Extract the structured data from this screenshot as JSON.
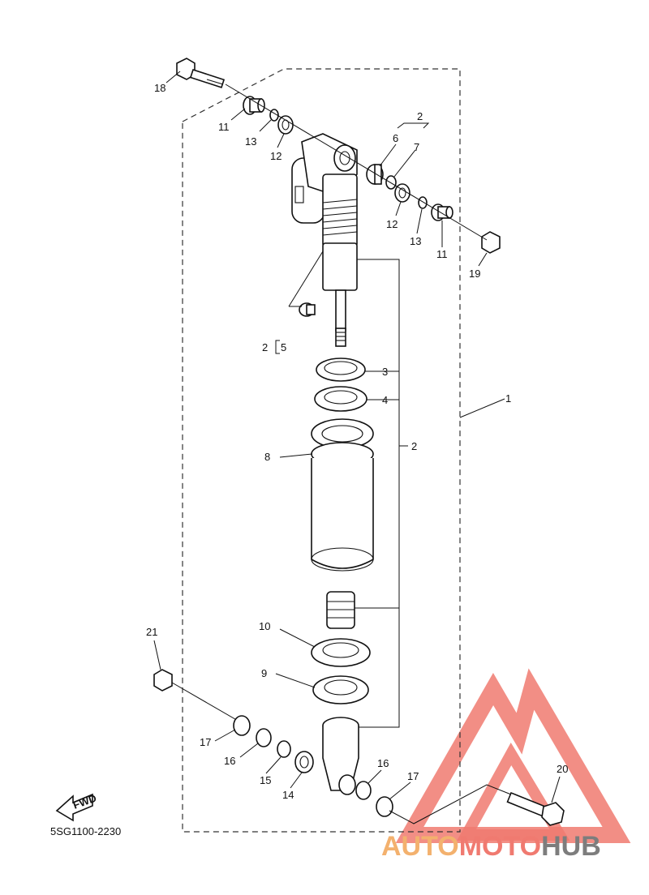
{
  "diagram_code": "5SG1100-2230",
  "fwd_label": "FWD",
  "watermark": {
    "part1": "AUTO",
    "part2": "MOTO",
    "part3": "HUB"
  },
  "colors": {
    "line": "#111111",
    "watermark_red": "#f07a70",
    "watermark_orange": "#f3b16e",
    "watermark_gray": "#7d7d7d"
  },
  "callouts": {
    "c1": "1",
    "c2a": "2",
    "c2b": "2",
    "c2c": "2",
    "c3": "3",
    "c4": "4",
    "c5": "5",
    "c6": "6",
    "c7": "7",
    "c8": "8",
    "c9": "9",
    "c10": "10",
    "c11a": "11",
    "c11b": "11",
    "c12a": "12",
    "c12b": "12",
    "c13a": "13",
    "c13b": "13",
    "c14": "14",
    "c15": "15",
    "c16a": "16",
    "c16b": "16",
    "c17a": "17",
    "c17b": "17",
    "c18": "18",
    "c19": "19",
    "c20": "20",
    "c21": "21"
  }
}
